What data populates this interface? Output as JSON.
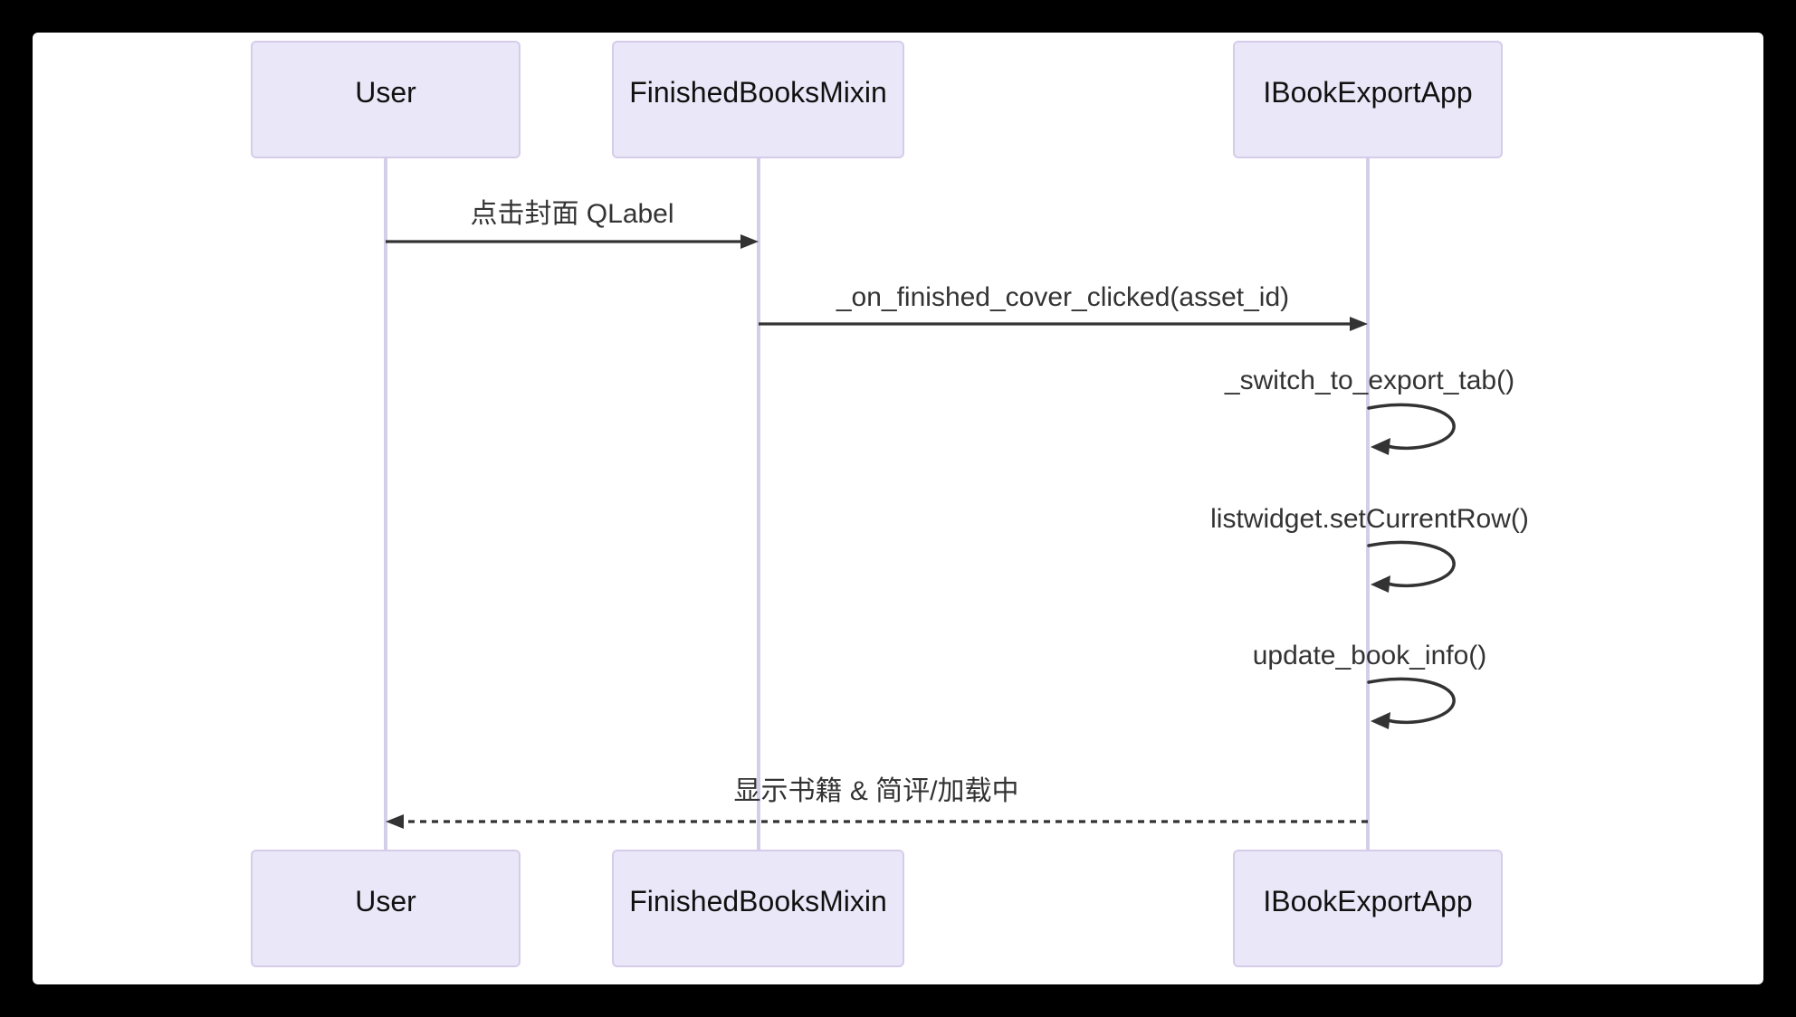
{
  "diagram": {
    "type": "sequence-diagram",
    "actors": [
      {
        "id": "user",
        "name": "User"
      },
      {
        "id": "finished-books-mixin",
        "name": "FinishedBooksMixin"
      },
      {
        "id": "ibook-export-app",
        "name": "IBookExportApp"
      }
    ],
    "messages": [
      {
        "from": "User",
        "to": "FinishedBooksMixin",
        "label": "点击封面 QLabel",
        "line": "solid-arrow"
      },
      {
        "from": "FinishedBooksMixin",
        "to": "IBookExportApp",
        "label": "_on_finished_cover_clicked(asset_id)",
        "line": "solid-arrow"
      },
      {
        "from": "IBookExportApp",
        "to": "IBookExportApp",
        "label": "_switch_to_export_tab()",
        "line": "self-loop"
      },
      {
        "from": "IBookExportApp",
        "to": "IBookExportApp",
        "label": "listwidget.setCurrentRow()",
        "line": "self-loop"
      },
      {
        "from": "IBookExportApp",
        "to": "IBookExportApp",
        "label": "update_book_info()",
        "line": "self-loop"
      },
      {
        "from": "IBookExportApp",
        "to": "User",
        "label": "显示书籍 & 简评/加载中",
        "line": "dashed-arrow"
      }
    ],
    "colors": {
      "frame": "#000000",
      "canvas": "#ffffff",
      "actor_fill": "#eae8f8",
      "actor_border": "#d5ccea",
      "lifeline": "#d5cee9",
      "arrow": "#333333",
      "message_text": "#333333",
      "actor_text": "#111111"
    }
  }
}
